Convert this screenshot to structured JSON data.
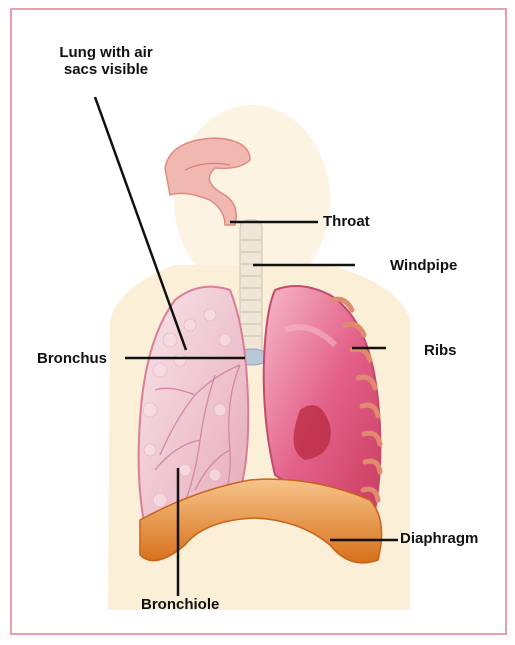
{
  "labels": {
    "lung_with_air_sacs": "Lung with air\nsacs visible",
    "throat": "Throat",
    "windpipe": "Windpipe",
    "ribs": "Ribs",
    "bronchus": "Bronchus",
    "diaphragm": "Diaphragm",
    "bronchiole": "Bronchiole"
  },
  "colors": {
    "border": "#e8a0ad",
    "body_silhouette": "#fbf1dd",
    "lung_left": "#f2d2da",
    "lung_right": "#e45a82",
    "diaphragm": "#e98a2a",
    "leader_line": "#111111"
  }
}
